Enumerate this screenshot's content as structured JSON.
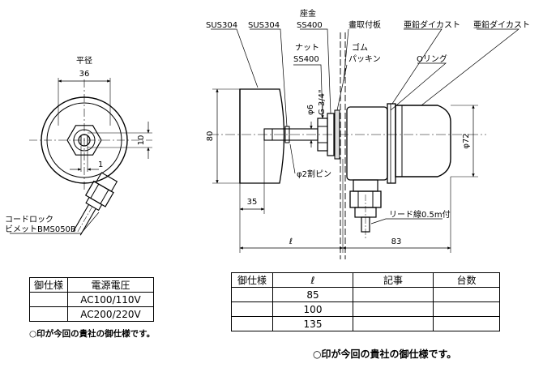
{
  "front_view": {
    "flat_label": "平径",
    "dim_36": "36",
    "dim_10": "10",
    "dim_1": "1",
    "cord_lock_label_1": "コードロック",
    "cord_lock_label_2": "ビメットBMS050B"
  },
  "side_view": {
    "sus304_left": "SUS304",
    "sus304_right": "SUS304",
    "seat_label": "座金",
    "seat_material": "SS400",
    "plate_label": "畫取付板",
    "zinc_left": "亜鉛ダイカスト",
    "zinc_right": "亜鉛ダイカスト",
    "nut_label": "ナット",
    "nut_material": "SS400",
    "rubber_label": "ゴム",
    "packing_label": "パッキン",
    "oring_label": "Oリング",
    "dim_phi6": "φ6",
    "dim_g34": "G 3/4\"",
    "dim_80": "80",
    "dim_phi72": "φ72",
    "pin_label": "φ2割ピン",
    "dim_35": "35",
    "dim_l": "ℓ",
    "dim_83": "83",
    "lead_label": "リード線0.5m付"
  },
  "table_voltage": {
    "headers": [
      "御仕様",
      "電源電圧"
    ],
    "rows": [
      [
        "",
        "AC100/110V"
      ],
      [
        "",
        "AC200/220V"
      ]
    ],
    "note": "○印が今回の貴社の御仕様です。"
  },
  "table_length": {
    "headers": [
      "御仕様",
      "ℓ",
      "記事",
      "台数"
    ],
    "rows": [
      [
        "",
        "85",
        "",
        ""
      ],
      [
        "",
        "100",
        "",
        ""
      ],
      [
        "",
        "135",
        "",
        ""
      ]
    ],
    "note": "○印が今回の貴社の御仕様です。"
  }
}
